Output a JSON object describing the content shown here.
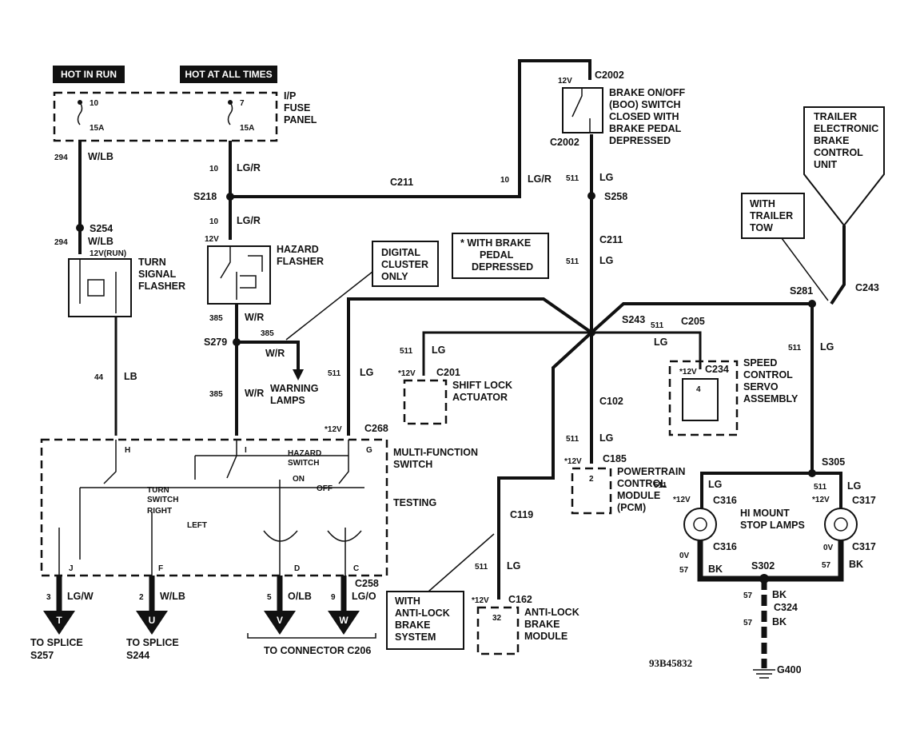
{
  "labels": {
    "hot_in_run": "HOT IN RUN",
    "hot_at_all_times": "HOT AT ALL TIMES",
    "fuse_panel": [
      "I/P",
      "FUSE",
      "PANEL"
    ],
    "fuse10": "10",
    "fuse10_amp": "15A",
    "fuse7": "7",
    "fuse7_amp": "15A",
    "turn_signal_flasher": [
      "TURN",
      "SIGNAL",
      "FLASHER"
    ],
    "hazard_flasher": [
      "HAZARD",
      "FLASHER"
    ],
    "digital_cluster": [
      "DIGITAL",
      "CLUSTER",
      "ONLY"
    ],
    "brake_switch": [
      "BRAKE ON/OFF",
      "(BOO) SWITCH",
      "CLOSED WITH",
      "BRAKE PEDAL",
      "DEPRESSED"
    ],
    "brake_note": [
      "* WITH BRAKE",
      "PEDAL",
      "DEPRESSED"
    ],
    "trailer_unit": [
      "TRAILER",
      "ELECTRONIC",
      "BRAKE",
      "CONTROL",
      "UNIT"
    ],
    "trailer_tow": [
      "WITH",
      "TRAILER",
      "TOW"
    ],
    "warning_lamps": [
      "WARNING",
      "LAMPS"
    ],
    "shift_lock": [
      "SHIFT LOCK",
      "ACTUATOR"
    ],
    "speed_control": [
      "SPEED",
      "CONTROL",
      "SERVO",
      "ASSEMBLY"
    ],
    "multi_function": [
      "MULTI-FUNCTION",
      "SWITCH"
    ],
    "hazard_switch": [
      "HAZARD",
      "SWITCH"
    ],
    "on": "ON",
    "off": "OFF",
    "turn_switch": [
      "TURN",
      "SWITCH"
    ],
    "right": "RIGHT",
    "left": "LEFT",
    "testing": "TESTING",
    "pcm": [
      "POWERTRAIN",
      "CONTROL",
      "MODULE",
      "(PCM)"
    ],
    "hi_mount": [
      "HI MOUNT",
      "STOP LAMPS"
    ],
    "anti_lock_system": [
      "WITH",
      "ANTI-LOCK",
      "BRAKE",
      "SYSTEM"
    ],
    "anti_lock_module": [
      "ANTI-LOCK",
      "BRAKE",
      "MODULE"
    ],
    "to_splice_1": [
      "TO SPLICE",
      "S257"
    ],
    "to_splice_2": [
      "TO SPLICE",
      "S244"
    ],
    "to_connector": "TO CONNECTOR C206",
    "figure_id": "93B45832"
  },
  "splices": {
    "s254": "S254",
    "s218": "S218",
    "s279": "S279",
    "s258": "S258",
    "s243": "S243",
    "s281": "S281",
    "s305": "S305",
    "s302": "S302"
  },
  "connectors": {
    "c2002_top": "C2002",
    "c2002_bot": "C2002",
    "c211_a": "C211",
    "c211_b": "C211",
    "c243": "C243",
    "c205": "C205",
    "c201": "C201",
    "c234": "C234",
    "c268": "C268",
    "c102": "C102",
    "c185": "C185",
    "c119": "C119",
    "c316_top": "C316",
    "c316_bot": "C316",
    "c317_top": "C317",
    "c317_bot": "C317",
    "c258": "C258",
    "c162": "C162",
    "c324": "C324",
    "g400": "G400"
  },
  "circuits": [
    {
      "num": "294",
      "color": "W/LB"
    },
    {
      "num": "10",
      "color": "LG/R"
    },
    {
      "num": "44",
      "color": "LB"
    },
    {
      "num": "385",
      "color": "W/R"
    },
    {
      "num": "511",
      "color": "LG"
    },
    {
      "num": "57",
      "color": "BK"
    },
    {
      "num": "3",
      "color": "LG/W"
    },
    {
      "num": "2",
      "color": "W/LB"
    },
    {
      "num": "5",
      "color": "O/LB"
    },
    {
      "num": "9",
      "color": "LG/O"
    }
  ],
  "voltages": {
    "v12": "12V",
    "v12run": "12V(RUN)",
    "v12star": "*12V",
    "v0": "0V"
  },
  "pins": {
    "h": "H",
    "i": "I",
    "g": "G",
    "j": "J",
    "f": "F",
    "d": "D",
    "c": "C",
    "pin4": "4",
    "pin2": "2",
    "pin32": "32"
  },
  "terminals": {
    "t": "T",
    "u": "U",
    "v": "V",
    "w": "W"
  }
}
